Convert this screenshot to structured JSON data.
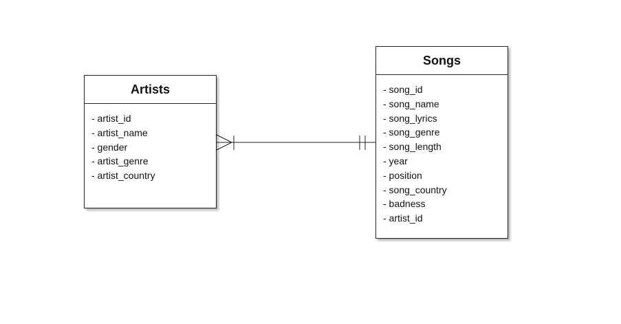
{
  "diagram": {
    "relationship": {
      "from": "Artists",
      "to": "Songs",
      "from_end": "one-or-many",
      "to_end": "one-and-only-one"
    },
    "entities": [
      {
        "title": "Artists",
        "attributes": [
          "- artist_id",
          "- artist_name",
          "- gender",
          "- artist_genre",
          "- artist_country"
        ]
      },
      {
        "title": "Songs",
        "attributes": [
          "- song_id",
          "- song_name",
          "- song_lyrics",
          "- song_genre",
          "- song_length",
          "- year",
          "- position",
          "- song_country",
          "- badness",
          "- artist_id"
        ]
      }
    ]
  }
}
